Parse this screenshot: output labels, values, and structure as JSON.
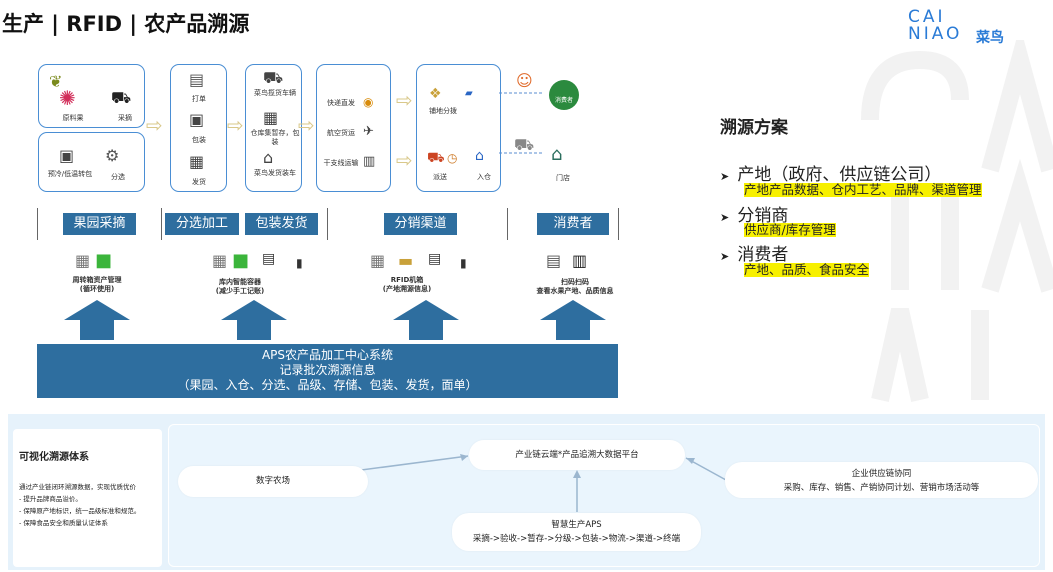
{
  "header": {
    "title": "生产 | RFID | 农产品溯源",
    "logo_top": "CAI",
    "logo_bottom": "NIAO",
    "logo_cn": "菜鸟"
  },
  "flow": {
    "card1": {
      "items": [
        "原料果",
        "采摘"
      ]
    },
    "card2": {
      "items": [
        "预冷/低温转包",
        "分选"
      ]
    },
    "card3": {
      "items": [
        "打单",
        "包装",
        "发货"
      ]
    },
    "card4": {
      "items": [
        "菜鸟揽货车辆",
        "仓库集暂存，包装",
        "菜鸟发货装车"
      ]
    },
    "card5": {
      "items": [
        "快递直发",
        "航空货运",
        "干支线运输"
      ]
    },
    "card6": {
      "items": [
        "铺地分拨",
        "派送",
        "入仓"
      ]
    },
    "consumer": "消费者",
    "store": "门店"
  },
  "stages": [
    "果园采摘",
    "分选加工",
    "包装发货",
    "分销渠道",
    "消费者"
  ],
  "tech": [
    {
      "line1": "周转箱资产管理",
      "line2": "(循环使用)"
    },
    {
      "line1": "库内智能容器",
      "line2": "(减少手工记账)"
    },
    {
      "line1": "RFID机箱",
      "line2": "(产地溯源信息)"
    },
    {
      "line1": "扫码扫码",
      "line2": "查看水果产地、品质信息"
    }
  ],
  "base": {
    "line1": "APS农产品加工中心系统",
    "line2": "记录批次溯源信息",
    "line3": "（果园、入仓、分选、品级、存储、包装、发货，面单）"
  },
  "solution": {
    "title": "溯源方案",
    "items": [
      {
        "name": "产地（政府、供应链公司）",
        "detail": "产地产品数据、仓内工艺、品牌、渠道管理"
      },
      {
        "name": "分销商",
        "detail": "供应商/库存管理"
      },
      {
        "name": "消费者",
        "detail": "产地、品质、食品安全"
      }
    ]
  },
  "visual": {
    "title": "可视化溯源体系",
    "desc": [
      "通过产业链闭环溯源数据，实现优质优价",
      "- 提升品牌商品溢价。",
      "- 保障原产地标识，统一品级标准和规范。",
      "- 保障食品安全和质量认证体系"
    ],
    "platform": "产业链云端*产品追溯大数据平台",
    "farm": "数字农场",
    "collab_title": "企业供应链协同",
    "collab_desc": "采购、库存、销售、产销协同计划、营销市场活动等",
    "aps_title": "智慧生产APS",
    "aps_desc": "采摘->验收->暂存->分级->包装->物流->渠道->终端"
  },
  "colors": {
    "accent": "#2e6e9f",
    "card_border": "#4a8ed4",
    "highlight": "#f7f000"
  }
}
